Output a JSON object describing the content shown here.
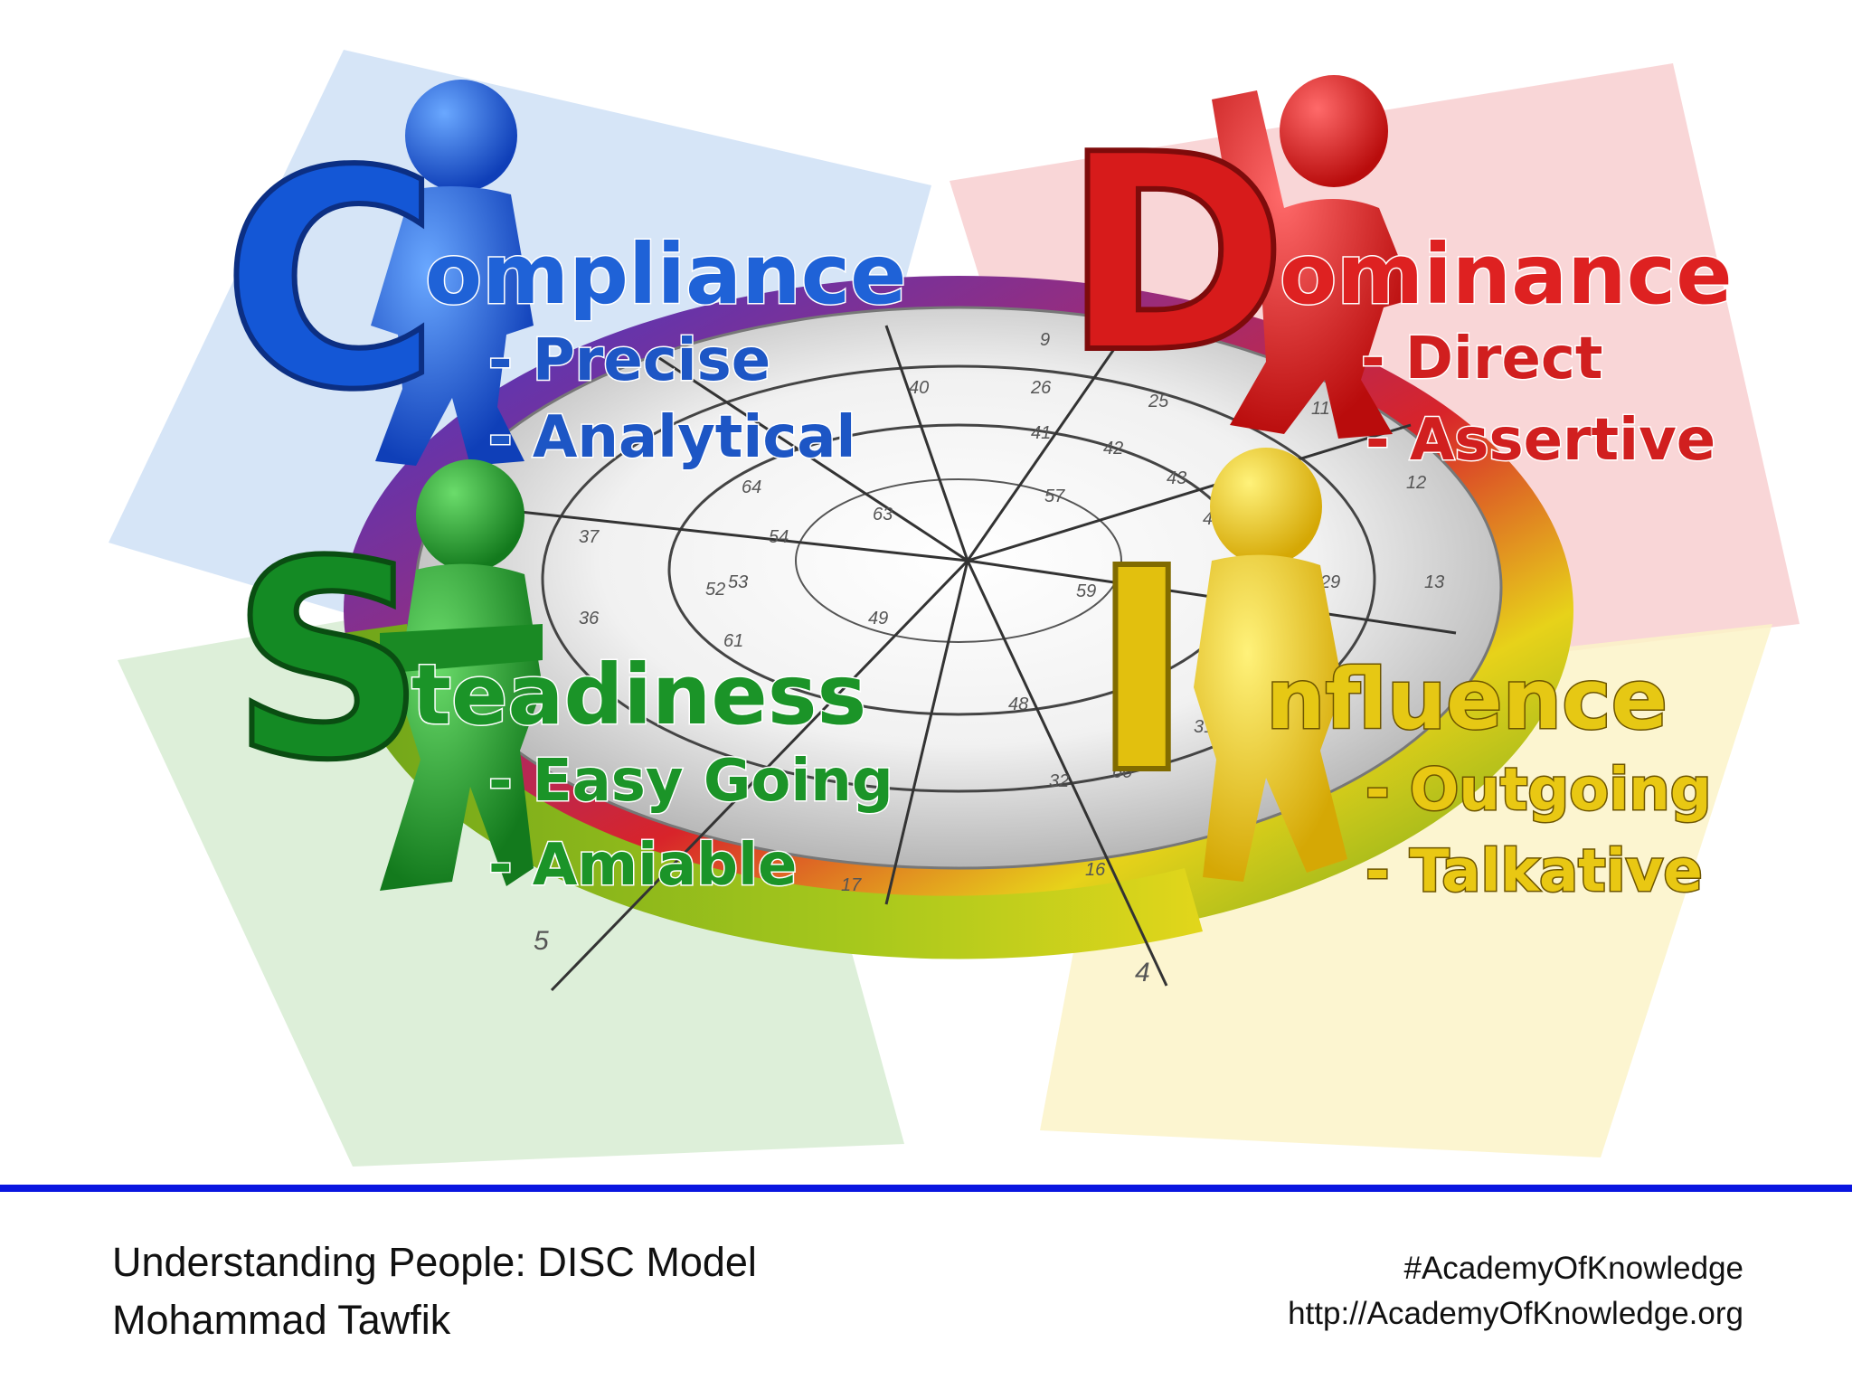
{
  "diagram": {
    "quadrants": [
      {
        "key": "compliance",
        "letter": "C",
        "word": "ompliance",
        "traits": [
          "- Precise",
          "- Analytical"
        ],
        "color": "#1457d6"
      },
      {
        "key": "dominance",
        "letter": "D",
        "word": "ominance",
        "traits": [
          "- Direct",
          "- Assertive"
        ],
        "color": "#dd1d1d"
      },
      {
        "key": "steadiness",
        "letter": "S",
        "word": "teadiness",
        "traits": [
          "- Easy Going",
          "- Amiable"
        ],
        "color": "#1f9a2b"
      },
      {
        "key": "influence",
        "letter": "I",
        "word": "nfluence",
        "traits": [
          "- Outgoing",
          "- Talkative"
        ],
        "color": "#e7c812"
      }
    ],
    "dial_numbers": [
      "9",
      "26",
      "25",
      "11",
      "40",
      "41",
      "42",
      "43",
      "44",
      "12",
      "13",
      "29",
      "57",
      "64",
      "63",
      "54",
      "53",
      "37",
      "52",
      "61",
      "36",
      "49",
      "32",
      "48",
      "31",
      "16",
      "17",
      "5",
      "4",
      "13",
      "59",
      "60"
    ]
  },
  "footer": {
    "title": "Understanding People: DISC Model",
    "author": "Mohammad Tawfik",
    "hashtag": "#AcademyOfKnowledge",
    "url": "http://AcademyOfKnowledge.org"
  }
}
